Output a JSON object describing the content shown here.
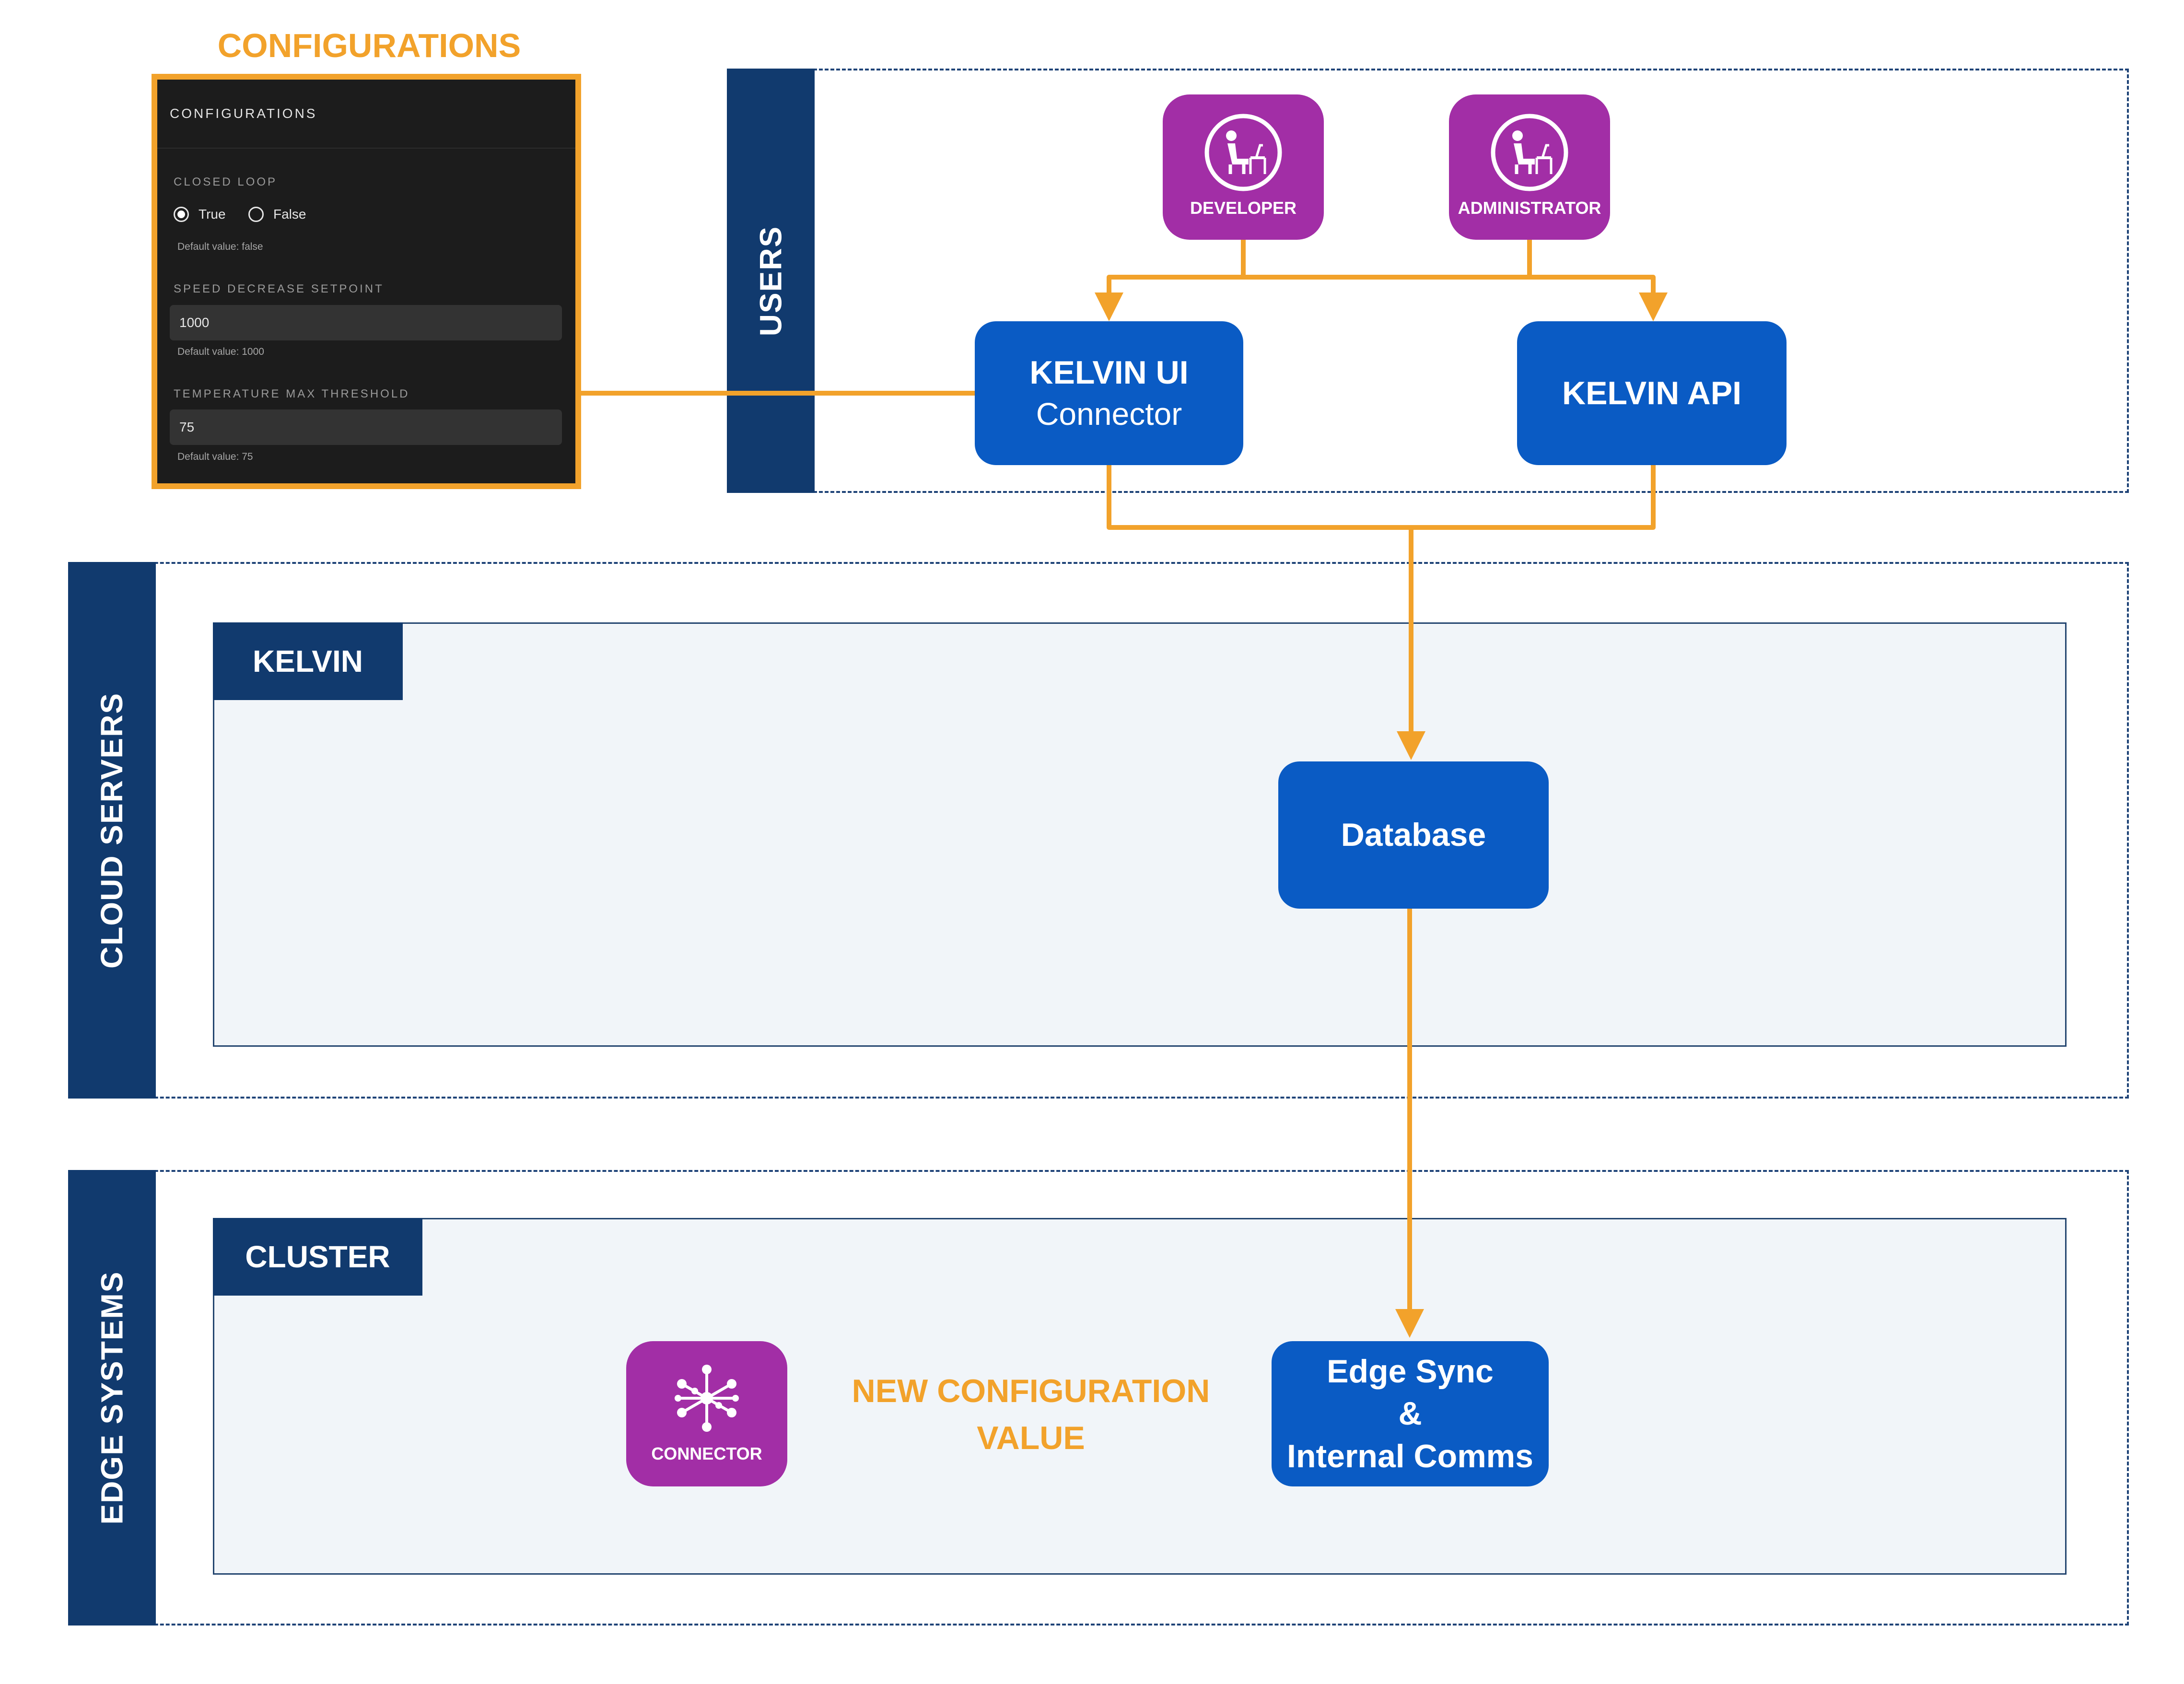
{
  "colors": {
    "navy": "#113a6e",
    "blue": "#0a5bc4",
    "purple": "#a22ea6",
    "orange": "#f2a22b",
    "panel_dark": "#1c1c1c"
  },
  "config_heading": "CONFIGURATIONS",
  "config_panel": {
    "title": "CONFIGURATIONS",
    "closed_loop": {
      "label": "CLOSED LOOP",
      "options": [
        "True",
        "False"
      ],
      "selected": "True",
      "default_text": "Default value: false"
    },
    "speed_decrease_setpoint": {
      "label": "SPEED DECREASE SETPOINT",
      "value": "1000",
      "default_text": "Default value: 1000"
    },
    "temperature_max_threshold": {
      "label": "TEMPERATURE MAX THRESHOLD",
      "value": "75",
      "default_text": "Default value: 75"
    }
  },
  "sections": {
    "users": "USERS",
    "cloud_servers": "CLOUD SERVERS",
    "edge_systems": "EDGE SYSTEMS"
  },
  "users": {
    "developer": {
      "label": "DEVELOPER",
      "icon": "user-at-computer-icon"
    },
    "administrator": {
      "label": "ADMINISTRATOR",
      "icon": "user-at-computer-icon"
    }
  },
  "nodes": {
    "kelvin_ui": {
      "line1": "KELVIN UI",
      "line2": "Connector"
    },
    "kelvin_api": {
      "label": "KELVIN API"
    },
    "database": {
      "label": "Database"
    },
    "edge_sync": {
      "line1": "Edge Sync",
      "line2": "&",
      "line3": "Internal Comms"
    }
  },
  "inner_tags": {
    "kelvin": "KELVIN",
    "cluster": "CLUSTER"
  },
  "connector_tile": {
    "label": "CONNECTOR",
    "icon": "network-hub-icon"
  },
  "new_config": {
    "line1": "NEW CONFIGURATION",
    "line2": "VALUE"
  }
}
